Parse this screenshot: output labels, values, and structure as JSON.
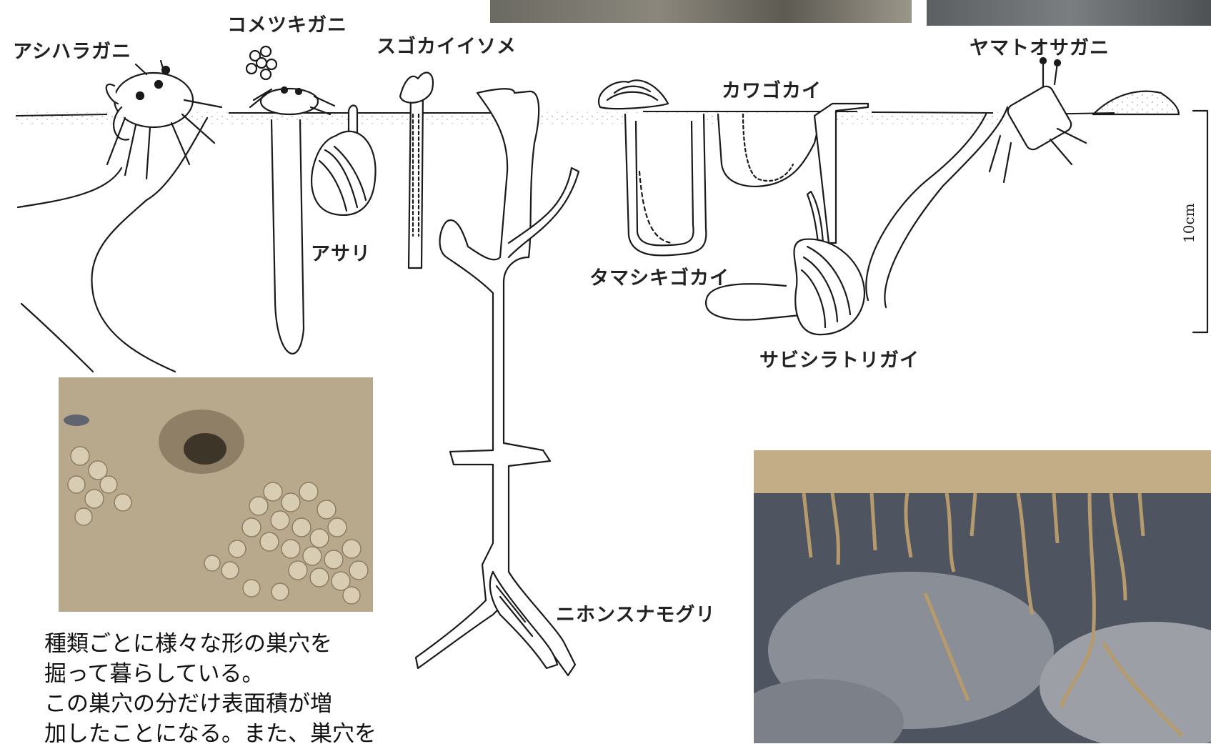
{
  "labels": {
    "ashiharagani": "アシハラガニ",
    "kometsukigani": "コメツキガニ",
    "sugokaiisome": "スゴカイイソメ",
    "asari": "アサリ",
    "kawagokai": "カワゴカイ",
    "tamashikigokai": "タマシキゴカイ",
    "sabishiratorigai": "サビシラトリガイ",
    "yamatoosagani": "ヤマトオサガニ",
    "nihonsunamoguri": "ニホンスナモグリ"
  },
  "scale": {
    "label": "10cm"
  },
  "caption": {
    "line1": "種類ごとに様々な形の巣穴を",
    "line2": "掘って暮らしている。",
    "line3": "この巣穴の分だけ表面積が増",
    "line4": "加したことになる。また、巣穴を"
  },
  "colors": {
    "line": "#1a1a1a",
    "sand_dots": "#9a9a9a",
    "photo_sand": "#b7a68a",
    "photo_mud": "#4f5560"
  }
}
